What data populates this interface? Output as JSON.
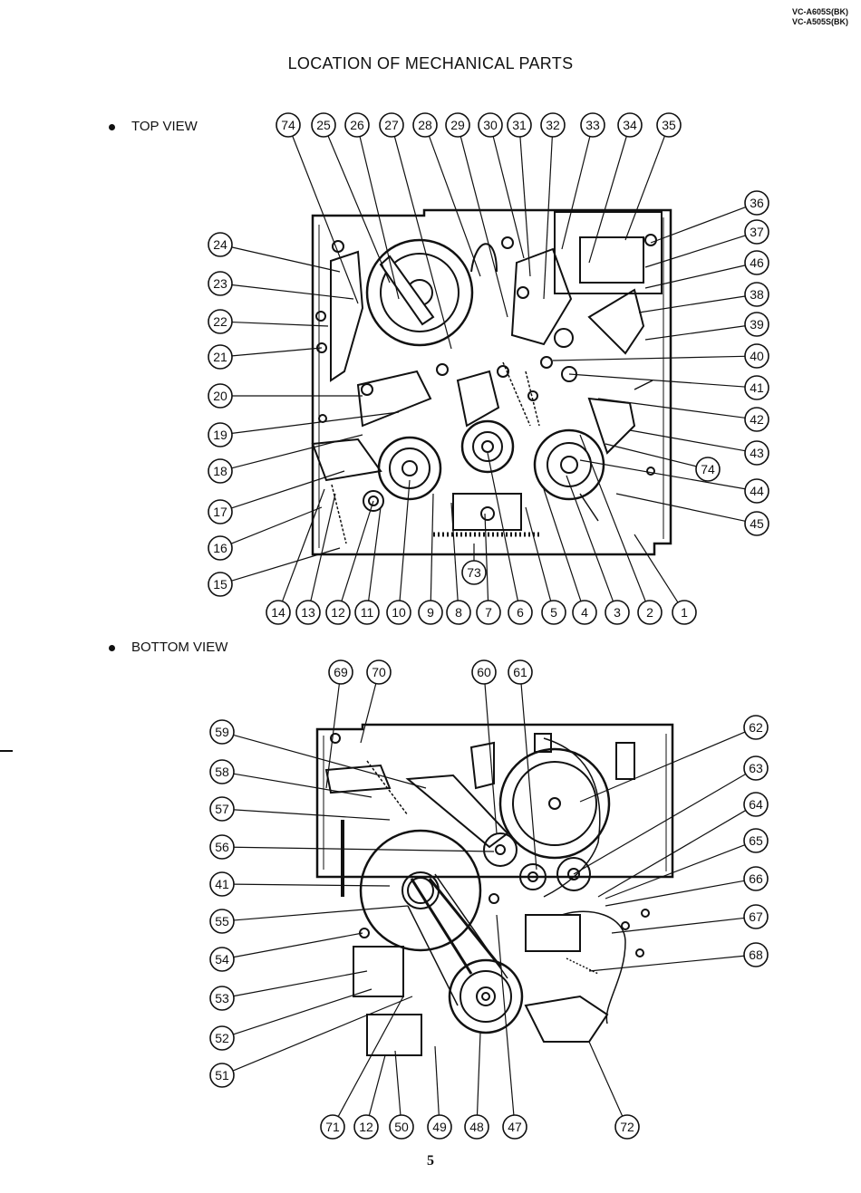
{
  "header": {
    "model_lines": [
      "VC-A605S(BK)",
      "VC-A505S(BK)"
    ]
  },
  "title": "LOCATION OF MECHANICAL PARTS",
  "views": [
    {
      "label": "TOP VIEW"
    },
    {
      "label": "BOTTOM VIEW"
    }
  ],
  "top_view": {
    "callouts_top": [
      "74",
      "25",
      "26",
      "27",
      "28",
      "29",
      "30",
      "31",
      "32",
      "33",
      "34",
      "35"
    ],
    "callouts_right": [
      "36",
      "37",
      "46",
      "38",
      "39",
      "40",
      "41",
      "42",
      "43",
      "74",
      "44",
      "45"
    ],
    "callouts_left": [
      "24",
      "23",
      "22",
      "21",
      "20",
      "19",
      "18",
      "17",
      "16",
      "15"
    ],
    "callouts_bottom": [
      "14",
      "13",
      "12",
      "11",
      "10",
      "9",
      "8",
      "7",
      "6",
      "5",
      "4",
      "3",
      "2",
      "1"
    ],
    "callout_inner": "73"
  },
  "bottom_view": {
    "callouts_top": [
      "69",
      "70",
      "60",
      "61"
    ],
    "callouts_right": [
      "62",
      "63",
      "64",
      "65",
      "66",
      "67",
      "68"
    ],
    "callouts_left": [
      "59",
      "58",
      "57",
      "56",
      "41",
      "55",
      "54",
      "53",
      "52",
      "51"
    ],
    "callouts_bottom": [
      "71",
      "12",
      "50",
      "49",
      "48",
      "47",
      "72"
    ]
  },
  "page_number": "5"
}
